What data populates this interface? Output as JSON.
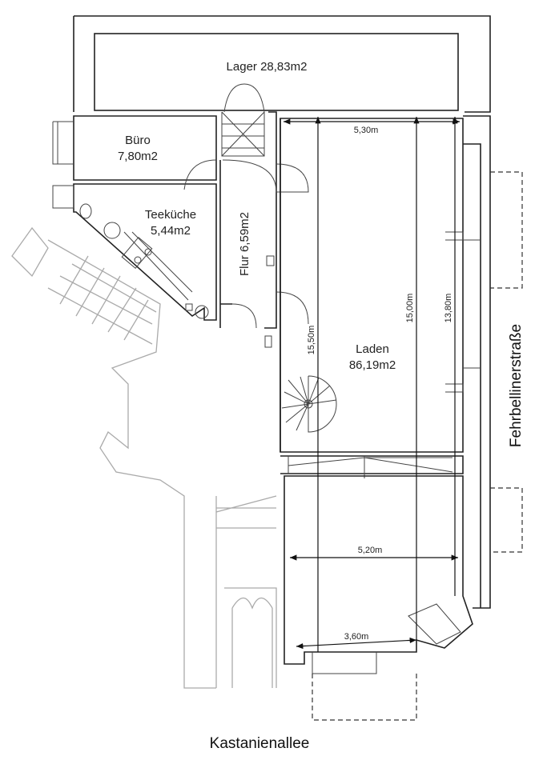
{
  "rooms": {
    "lager": {
      "name": "Lager 28,83m2"
    },
    "buero": {
      "name": "Büro",
      "area": "7,80m2"
    },
    "teekueche": {
      "name": "Teeküche",
      "area": "5,44m2"
    },
    "flur": {
      "name": "Flur 6,59m2"
    },
    "laden": {
      "name": "Laden",
      "area": "86,19m2"
    }
  },
  "dimensions": {
    "width_top": "5,30m",
    "length_left": "15,50m",
    "length_mid": "15,00m",
    "length_right": "13,80m",
    "width_mid": "5,20m",
    "width_bottom": "3,60m"
  },
  "streets": {
    "right": "Fehrbellinerstraße",
    "bottom": "Kastanienallee"
  }
}
